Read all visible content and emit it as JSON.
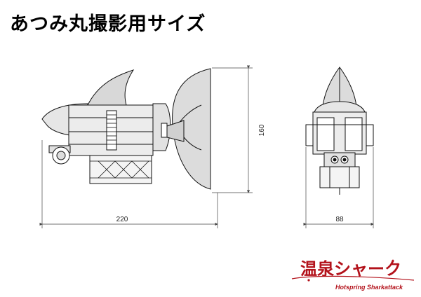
{
  "title": "あつみ丸撮影用サイズ",
  "dimensions": {
    "side_length": "220",
    "side_height": "160",
    "front_width": "88"
  },
  "logo": {
    "main": "温泉シャーク",
    "sub": "Hotspring Sharkattack",
    "color": "#b3121b"
  },
  "colors": {
    "line": "#111111",
    "hull_fill": "#e6e6e6",
    "fin_fill": "#dcdcdc",
    "dim_line": "#444444"
  }
}
